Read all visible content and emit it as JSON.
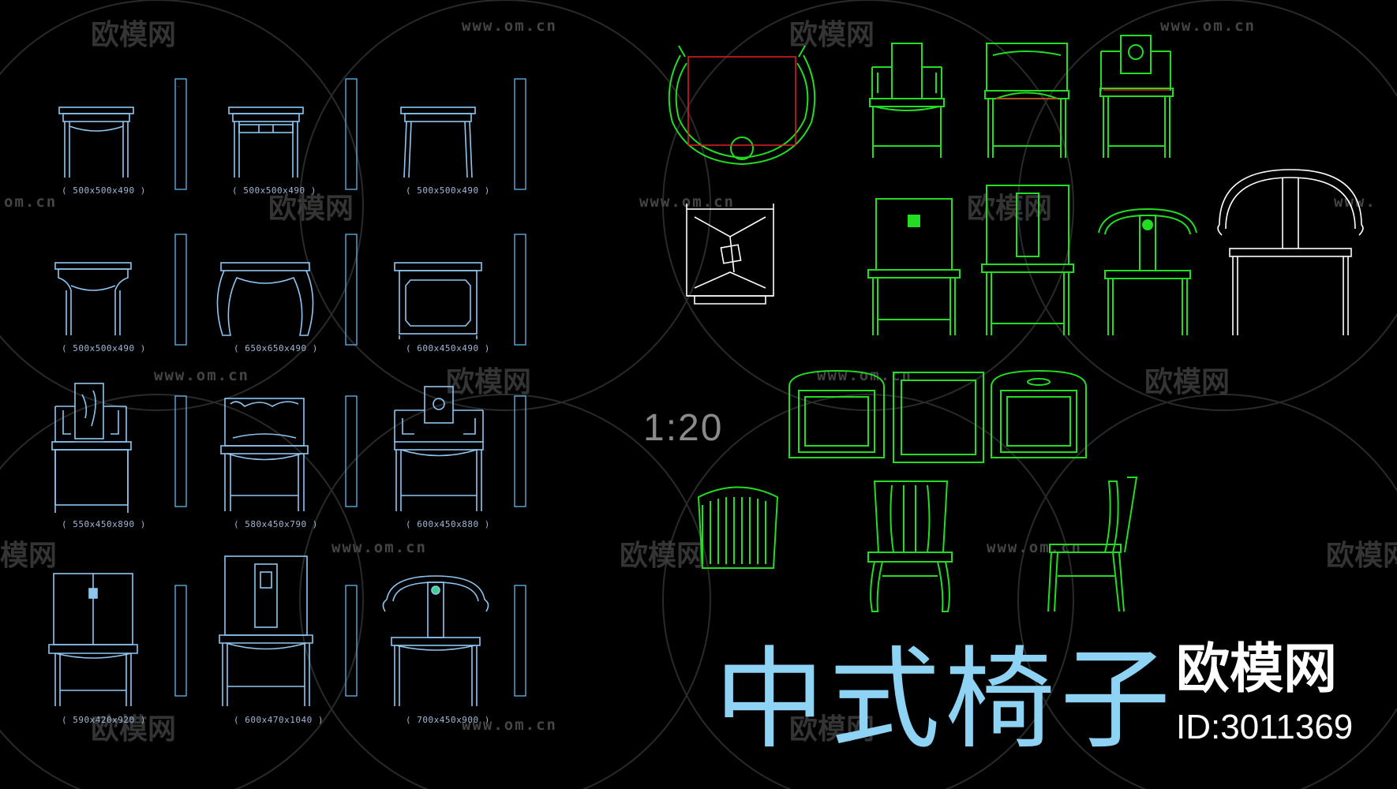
{
  "watermark": {
    "logo_text": "欧模网",
    "url_text": "www.om.cn",
    "url_partial_left": "om.cn",
    "url_partial_right": "www.",
    "logo_partial": "模网"
  },
  "left_panel": {
    "dimensions": [
      "( 500x500x490 )",
      "( 500x500x490 )",
      "( 500x500x490 )",
      "( 500x500x490 )",
      "( 650x650x490 )",
      "( 600x450x490 )",
      "( 550x450x890 )",
      "( 580x450x790 )",
      "( 600x450x880 )",
      "( 590x420x920 )",
      "( 600x470x1040 )",
      "( 700x450x900 )"
    ]
  },
  "scale_label": "1:20",
  "title": "中式椅子",
  "brand": "欧模网",
  "product_id": "ID:3011369",
  "colors": {
    "background": "#000000",
    "cad_blue": "#8fc6f0",
    "cad_green": "#22dd22",
    "cad_white": "#ffffff",
    "cad_red": "#dd2222",
    "title": "#8fd3f4"
  }
}
